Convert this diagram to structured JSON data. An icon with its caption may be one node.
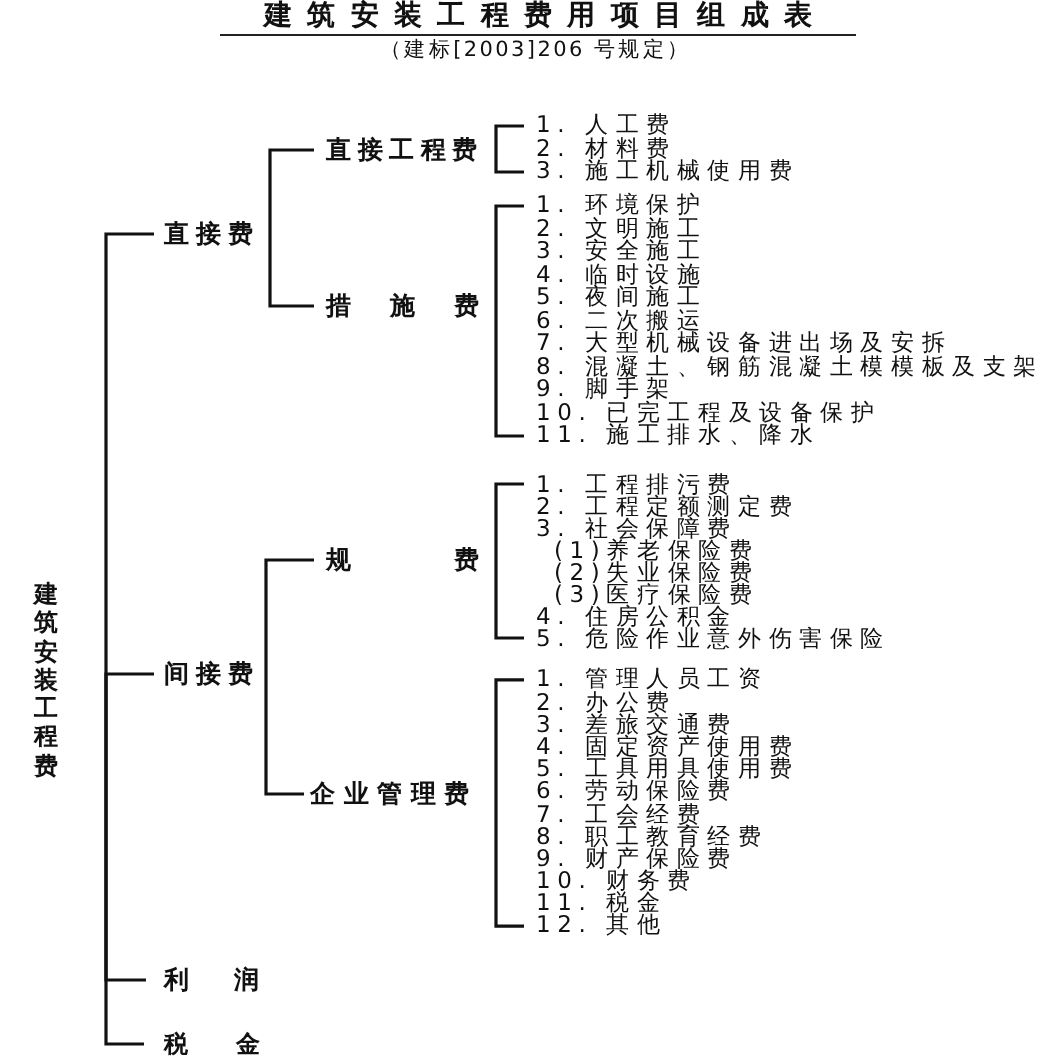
{
  "diagram": {
    "title": "建筑安装工程费用项目组成表",
    "nodes": [
      {
        "text": [
          "建筑安装工程费"
        ]
      },
      {
        "text": [
          "直接费"
        ]
      },
      {
        "text": [
          "直接工程费"
        ]
      },
      {
        "text": [
          "1. 人工费",
          "2. 材料费",
          "3. 施工机械使用费"
        ]
      },
      {
        "text": [
          "措施费"
        ]
      },
      {
        "text": [
          "1. 环境保护",
          "2. 文明施工",
          "3. 安全施工",
          "4. 临时设施",
          "5. 夜间施工",
          "6. 二次搬运",
          "7. 大型机械设备进出场及安拆",
          "8. 混凝土、钢筋混凝土模模板及支架",
          "9. 脚手架",
          "10. 已完工程及设备保护",
          "11. 施工排水、降水"
        ]
      },
      {
        "text": [
          "间接费"
        ]
      },
      {
        "text": [
          "规费"
        ]
      },
      {
        "text": [
          "1. 工程排污费",
          "2. 工程定额测定费",
          "3. 社会保障费",
          "(1)养老保险费",
          "(2)失业保险费",
          "(3)医疗保险费",
          "4. 住房公积金",
          "5. 危险作业意外伤害保险"
        ]
      },
      {
        "text": [
          "企业管理费"
        ]
      },
      {
        "text": [
          "1. 管理人员工资",
          "2. 办公费",
          "3. 差旅交通费",
          "4. 固定资产使用费",
          "5. 工具用具使用费",
          "6. 劳动保险费",
          "7. 工会经费",
          "8. 职工教育经费",
          "9. 财产保险费",
          "10. 财务费",
          "11. 税金",
          "12. 其他"
        ]
      },
      {
        "text": [
          "利润"
        ]
      },
      {
        "text": [
          "税金"
        ]
      }
    ],
    "edges": [
      {
        "from": 0,
        "to": 1,
        "arrow": "none"
      },
      {
        "from": 0,
        "to": 6,
        "arrow": "none"
      },
      {
        "from": 0,
        "to": 11,
        "arrow": "none"
      },
      {
        "from": 0,
        "to": 12,
        "arrow": "none"
      },
      {
        "from": 1,
        "to": 2,
        "arrow": "none"
      },
      {
        "from": 1,
        "to": 4,
        "arrow": "none"
      },
      {
        "from": 2,
        "to": 3,
        "arrow": "none"
      },
      {
        "from": 4,
        "to": 5,
        "arrow": "none"
      },
      {
        "from": 6,
        "to": 7,
        "arrow": "none"
      },
      {
        "from": 6,
        "to": 9,
        "arrow": "none"
      },
      {
        "from": 7,
        "to": 8,
        "arrow": "none"
      },
      {
        "from": 9,
        "to": 10,
        "arrow": "none"
      }
    ],
    "labels": [
      "（建标[2003]206 号规定）"
    ]
  }
}
